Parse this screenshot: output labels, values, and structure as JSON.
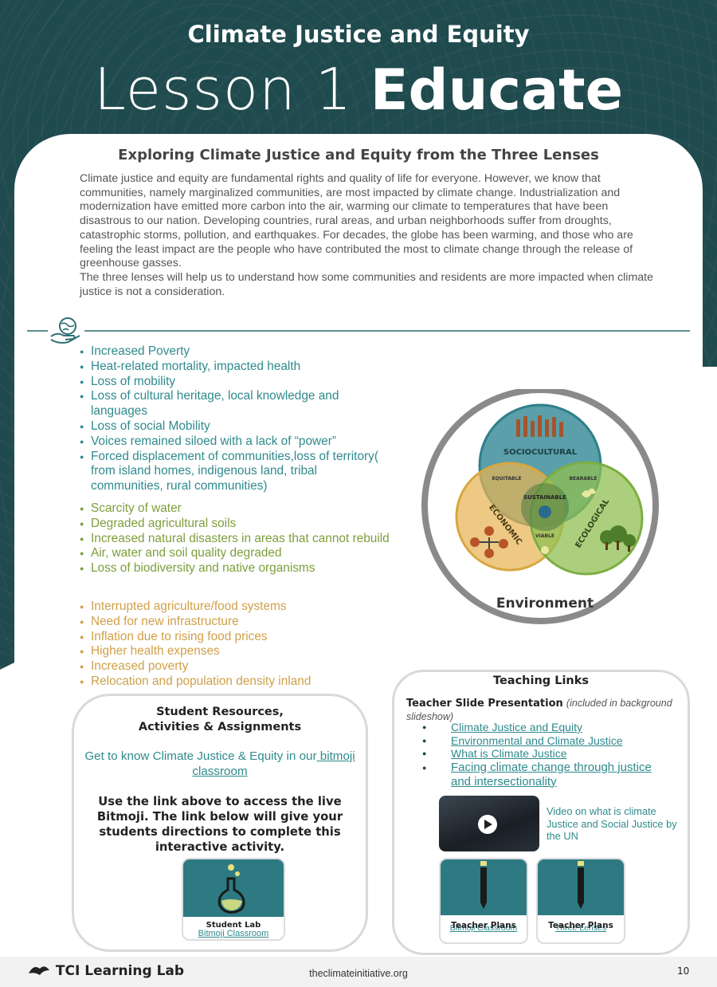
{
  "header": {
    "kicker": "Climate Justice and Equity",
    "lesson_prefix": "Lesson 1",
    "lesson_word": "Educate"
  },
  "intro": {
    "heading": "Exploring Climate Justice and Equity from the Three Lenses",
    "paragraph1": "Climate justice and equity are fundamental rights and quality of life for everyone. However, we know that communities, namely marginalized communities, are most impacted by climate change. Industrialization and modernization have emitted more carbon into the air, warming our climate to temperatures that have been disastrous to our nation. Developing countries, rural areas, and urban neighborhoods suffer from droughts, catastrophic storms, pollution, and earthquakes. For decades, the globe has been warming, and those who are feeling the least impact are the people who have contributed the most to climate change through the release of greenhouse gasses.",
    "paragraph2": "The three lenses will help us to understand how some communities and residents are more impacted when climate justice is not a consideration."
  },
  "sociocultural_list": [
    "Increased Poverty",
    "Heat-related mortality,  impacted health",
    "Loss of mobility",
    "Loss of cultural heritage, local knowledge and languages",
    "Loss of social Mobility",
    "Voices remained siloed with a lack of “power”",
    "Forced displacement  of communities,loss of territory( from island homes, indigenous land, tribal communities, rural communities)"
  ],
  "ecological_list": [
    "Scarcity of water",
    "Degraded agricultural soils",
    "Increased natural disasters in areas that cannot rebuild",
    "Air, water and soil quality degraded",
    "Loss of biodiversity and native organisms"
  ],
  "economic_list": [
    "Interrupted agriculture/food systems",
    "Need for new infrastructure",
    "Inflation due to rising food prices",
    "Higher health expenses",
    "Increased poverty",
    "Relocation and population density inland"
  ],
  "venn": {
    "sociocultural": "SOCIOCULTURAL",
    "economic": "ECONOMIC",
    "ecological": "ECOLOGICAL",
    "equitable": "EQUITABLE",
    "bearable": "BEARABLE",
    "viable": "VIABLE",
    "sustainable": "SUSTAINABLE",
    "environment": "Environment",
    "colors": {
      "socio": "#3d8e9a",
      "econ": "#e6b455",
      "eco": "#8fbf52",
      "ring": "#8a8a8a"
    }
  },
  "student_resources": {
    "title_line1": "Student Resources,",
    "title_line2": "Activities & Assignments",
    "text_prefix": "Get to know Climate Justice & Equity  in our",
    "link": " bitmoji classroom",
    "instructions": "Use the link above to access the live Bitmoji. The link below will give your students directions to complete this interactive activity.",
    "card_title": "Student Lab",
    "card_link": "Bitmoji Classroom"
  },
  "teaching_links": {
    "title": "Teaching Links",
    "slide_label": "Teacher Slide Presentation",
    "slide_note": "(included in background slideshow)",
    "links": [
      "Climate Justice and Equity",
      "Environmental and Climate Justice",
      "What is Climate Justice",
      "Facing climate change through justice and intersectionality"
    ],
    "video_caption": "Video on what is climate Justice and Social Justice by the UN",
    "card1_link": "Bitmoji Classroom",
    "card1_title": "Teacher Plans",
    "card2_link": "Three Lenses",
    "card2_title": "Teacher Plans"
  },
  "footer": {
    "logo": "TCI Learning Lab",
    "url": "theclimateinitiative.org",
    "page": "10"
  }
}
